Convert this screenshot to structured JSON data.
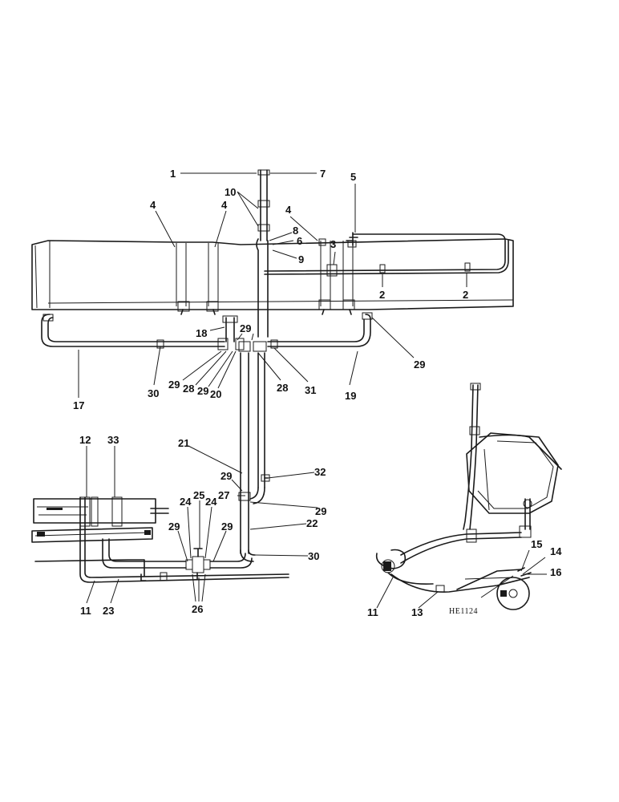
{
  "figure_code": "HE1124",
  "callouts": [
    {
      "id": "c1",
      "text": "1"
    },
    {
      "id": "c7",
      "text": "7"
    },
    {
      "id": "c5",
      "text": "5"
    },
    {
      "id": "c10",
      "text": "10"
    },
    {
      "id": "c4a",
      "text": "4"
    },
    {
      "id": "c4b",
      "text": "4"
    },
    {
      "id": "c4c",
      "text": "4"
    },
    {
      "id": "c8",
      "text": "8"
    },
    {
      "id": "c6",
      "text": "6"
    },
    {
      "id": "c9",
      "text": "9"
    },
    {
      "id": "c3",
      "text": "3"
    },
    {
      "id": "c2a",
      "text": "2"
    },
    {
      "id": "c2b",
      "text": "2"
    },
    {
      "id": "c18",
      "text": "18"
    },
    {
      "id": "c29a",
      "text": "29"
    },
    {
      "id": "c29b",
      "text": "29"
    },
    {
      "id": "c29c",
      "text": "29"
    },
    {
      "id": "c28a",
      "text": "28"
    },
    {
      "id": "c29d",
      "text": "29"
    },
    {
      "id": "c20",
      "text": "20"
    },
    {
      "id": "c28b",
      "text": "28"
    },
    {
      "id": "c31",
      "text": "31"
    },
    {
      "id": "c19",
      "text": "19"
    },
    {
      "id": "c30a",
      "text": "30"
    },
    {
      "id": "c17",
      "text": "17"
    },
    {
      "id": "c21",
      "text": "21"
    },
    {
      "id": "c12",
      "text": "12"
    },
    {
      "id": "c33",
      "text": "33"
    },
    {
      "id": "c32",
      "text": "32"
    },
    {
      "id": "c29e",
      "text": "29"
    },
    {
      "id": "c25",
      "text": "25"
    },
    {
      "id": "c27",
      "text": "27"
    },
    {
      "id": "c24a",
      "text": "24"
    },
    {
      "id": "c24b",
      "text": "24"
    },
    {
      "id": "c29f",
      "text": "29"
    },
    {
      "id": "c22",
      "text": "22"
    },
    {
      "id": "c29g",
      "text": "29"
    },
    {
      "id": "c29h",
      "text": "29"
    },
    {
      "id": "c30b",
      "text": "30"
    },
    {
      "id": "c11a",
      "text": "11"
    },
    {
      "id": "c23",
      "text": "23"
    },
    {
      "id": "c26",
      "text": "26"
    },
    {
      "id": "c15",
      "text": "15"
    },
    {
      "id": "c14",
      "text": "14"
    },
    {
      "id": "c16",
      "text": "16"
    },
    {
      "id": "c11b",
      "text": "11"
    },
    {
      "id": "c13",
      "text": "13"
    }
  ]
}
